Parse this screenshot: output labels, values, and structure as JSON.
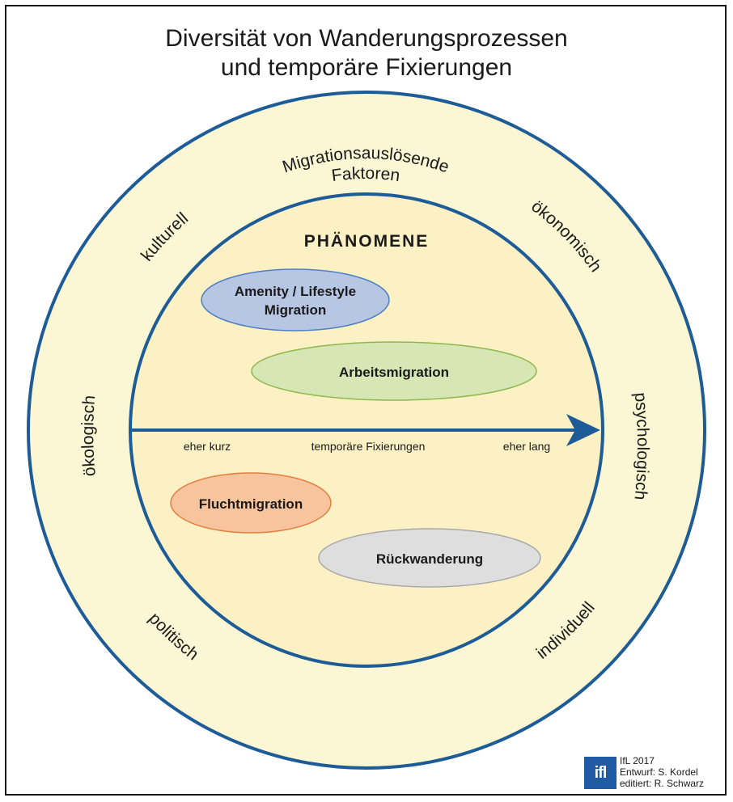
{
  "title": {
    "line1": "Diversität von Wanderungsprozessen",
    "line2": "und temporäre Fixierungen"
  },
  "outer_ring": {
    "heading_line1": "Migrationsauslösende",
    "heading_line2": "Faktoren",
    "factors": {
      "kulturell": "kulturell",
      "oekonomisch": "ökonomisch",
      "oekologisch": "ökologisch",
      "psychologisch": "psychologisch",
      "politisch": "politisch",
      "individuell": "individuell"
    }
  },
  "inner_circle": {
    "heading": "PHÄNOMENE",
    "axis": {
      "left": "eher kurz",
      "center": "temporäre Fixierungen",
      "right": "eher lang"
    },
    "phenomena": {
      "amenity_line1": "Amenity / Lifestyle",
      "amenity_line2": "Migration",
      "arbeitsmigration": "Arbeitsmigration",
      "fluchtmigration": "Fluchtmigration",
      "rueckwanderung": "Rückwanderung"
    }
  },
  "colors": {
    "ring_fill": "#fbf6d3",
    "inner_fill": "#fcf1c4",
    "stroke": "#1d5c97",
    "amenity": "#b7c6e2",
    "arbeit": "#d6e6b4",
    "flucht": "#f7c49e",
    "rueck": "#dedede"
  },
  "credits": {
    "logo": "ifl",
    "line1": "IfL 2017",
    "line2": "Entwurf: S. Kordel",
    "line3": "editiert: R. Schwarz"
  }
}
